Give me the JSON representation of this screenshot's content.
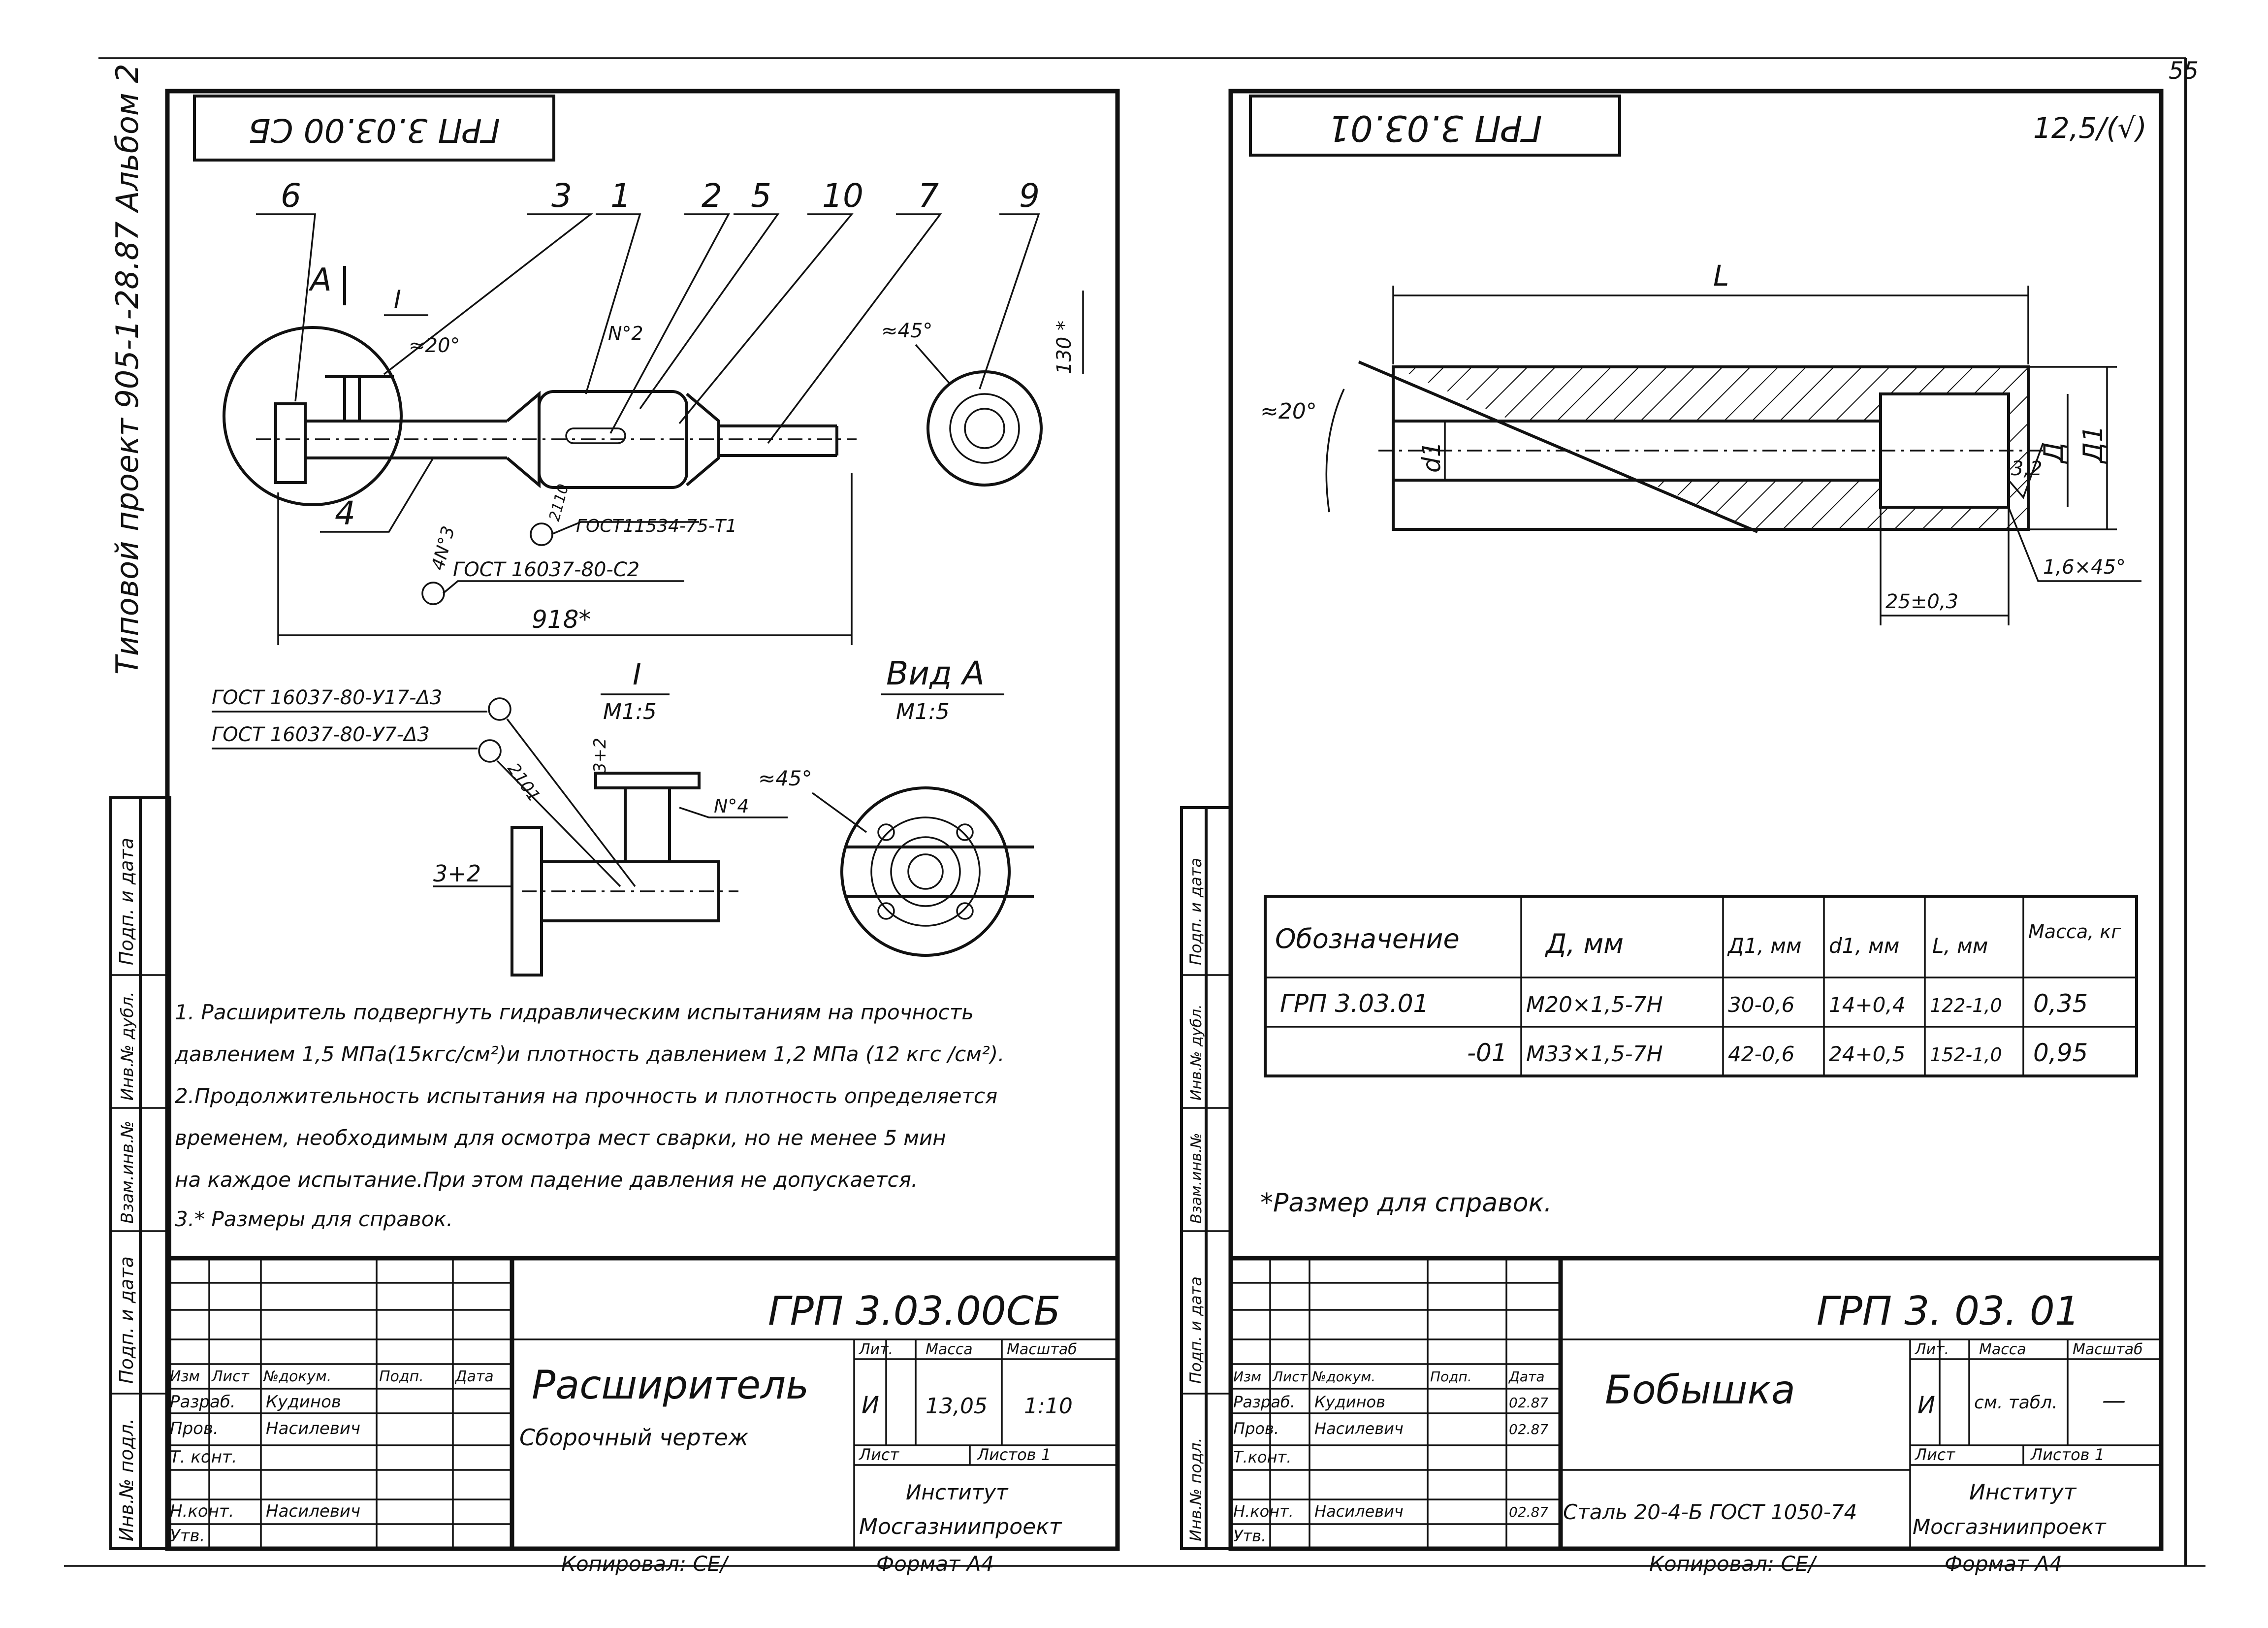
{
  "page_number": "55",
  "margin_note": "Типовой проект 905-1-28.87 Альбом 2",
  "left_sheet": {
    "corner_stamp": "ГРП 3.03.00 СБ",
    "leaders": [
      "6",
      "3",
      "1",
      "2",
      "5",
      "10",
      "7",
      "9",
      "4"
    ],
    "view_a_marker": "А",
    "node_marker": "I",
    "angle_20": "≈20°",
    "angle_45_top": "≈45°",
    "angle_45_bottom": "≈45°",
    "dim_130": "130 *",
    "weld_n2": "N°2",
    "weld_n4": "N°4",
    "weld_2110": "2110",
    "weld_4n3": "4N°3",
    "weld_2101": "2101",
    "gost_11534": "ГОСТ11534-75-Т1",
    "gost_16037_c2": "ГОСТ 16037-80-С2",
    "gost_16037_u17": "ГОСТ 16037-80-У17-Δ3",
    "gost_16037_u7": "ГОСТ 16037-80-У7-Δ3",
    "dim_918": "918*",
    "node_title": "I",
    "node_scale": "М1:5",
    "view_title": "Вид А",
    "view_scale": "М1:5",
    "dim_3_top": "3+2",
    "dim_3_left": "3+2",
    "notes": [
      "1. Расширитель подвергнуть гидравлическим испытаниям на прочность",
      "давлением 1,5 МПа(15кгс/см²)и плотность давлением 1,2 МПа (12 кгс /см²).",
      "2.Продолжительность испытания на прочность и плотность определяется",
      "временем, необходимым для осмотра мест сварки, но не менее 5 мин",
      "на каждое испытание.При этом падение давления не допускается.",
      "3.* Размеры для справок."
    ],
    "side_labels": [
      "Подп. и дата",
      "Инв.№ дубл.",
      "Взам.инв.№",
      "Подп. и дата",
      "Инв.№ подл."
    ],
    "title_block": {
      "designation": "ГРП 3.03.00СБ",
      "name": "Расширитель",
      "doc_type": "Сборочный чертеж",
      "role_header": [
        "Изм",
        "Лист",
        "№докум.",
        "Подп.",
        "Дата"
      ],
      "roles": [
        "Разраб.",
        "Пров.",
        "Т. конт.",
        "",
        "Н.конт.",
        "Утв."
      ],
      "names": [
        "Кудинов",
        "Насилевич",
        "",
        "",
        "Насилевич",
        ""
      ],
      "lit_header": "Лит.",
      "mass_header": "Масса",
      "scale_header": "Масштаб",
      "lit_value": "И",
      "mass_value": "13,05",
      "scale_value": "1:10",
      "sheet_label": "Лист",
      "sheets_label": "Листов 1",
      "org_line1": "Институт",
      "org_line2": "Мосгазниипроект",
      "copied": "Копировал: СЕ/",
      "format": "Формат А4"
    }
  },
  "right_sheet": {
    "corner_stamp": "ГРП 3.03.01",
    "roughness": "12,5/(√)",
    "dim_L": "L",
    "dim_d1": "d1",
    "dim_D": "Д",
    "dim_D1": "Д1",
    "angle_20": "≈20°",
    "roughness_inner": "3,2",
    "chamfer": "1,6×45°",
    "dim_25": "25±0,3",
    "table": {
      "headers": [
        "Обозначение",
        "Д, мм",
        "Д1, мм",
        "d1, мм",
        "L, мм",
        "Масса, кг"
      ],
      "rows": [
        [
          "ГРП 3.03.01",
          "М20×1,5-7Н",
          "30-0,6",
          "14+0,4",
          "122-1,0",
          "0,35"
        ],
        [
          "-01",
          "М33×1,5-7Н",
          "42-0,6",
          "24+0,5",
          "152-1,0",
          "0,95"
        ]
      ]
    },
    "note": "*Размер для справок.",
    "side_labels": [
      "Подп. и дата",
      "Инв.№ дубл.",
      "Взам.инв.№",
      "Подп. и дата",
      "Инв.№ подл."
    ],
    "title_block": {
      "designation": "ГРП 3. 03. 01",
      "name": "Бобышка",
      "role_header": [
        "Изм",
        "Лист",
        "№докум.",
        "Подп.",
        "Дата"
      ],
      "roles": [
        "Разраб.",
        "Пров.",
        "Т.конт.",
        "",
        "Н.конт.",
        "Утв."
      ],
      "names": [
        "Кудинов",
        "Насилевич",
        "",
        "",
        "Насилевич",
        ""
      ],
      "dates": [
        "02.87",
        "02.87",
        "",
        "",
        "02.87",
        ""
      ],
      "lit_header": "Лит.",
      "mass_header": "Масса",
      "scale_header": "Масштаб",
      "lit_value": "И",
      "mass_value": "см. табл.",
      "scale_value": "—",
      "material": "Сталь 20-4-Б ГОСТ 1050-74",
      "sheet_label": "Лист",
      "sheets_label": "Листов 1",
      "org_line1": "Институт",
      "org_line2": "Мосгазниипроект",
      "copied": "Копировал: СЕ/",
      "format": "Формат А4"
    }
  }
}
